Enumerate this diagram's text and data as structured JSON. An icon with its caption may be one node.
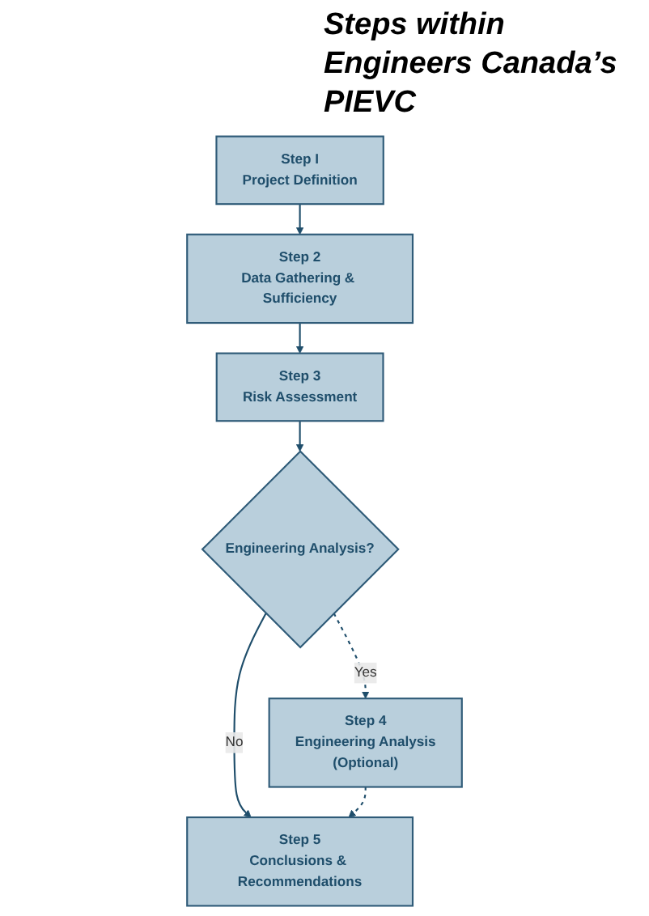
{
  "diagram": {
    "title": "Steps within Engineers Canada’s PIEVC",
    "nodes": [
      {
        "text": [
          "Step I",
          "Project Definition"
        ]
      },
      {
        "text": [
          "Step 2",
          "Data Gathering & Sufficiency"
        ]
      },
      {
        "text": [
          "Step 3",
          "Risk Assessment"
        ]
      },
      {
        "text": [
          "Engineering Analysis?"
        ]
      },
      {
        "text": [
          "Step 4",
          "Engineering Analysis",
          "(Optional)"
        ]
      },
      {
        "text": [
          "Step 5",
          "Conclusions & Recommendations"
        ]
      }
    ],
    "edges": [
      {
        "from": 0,
        "to": 1,
        "arrow": "to"
      },
      {
        "from": 1,
        "to": 2,
        "arrow": "to"
      },
      {
        "from": 2,
        "to": 3,
        "arrow": "to"
      },
      {
        "from": 3,
        "to": 4,
        "label": "Yes",
        "arrow": "to",
        "style": "dashed"
      },
      {
        "from": 3,
        "to": 5,
        "label": "No",
        "arrow": "to"
      },
      {
        "from": 4,
        "to": 5,
        "arrow": "to",
        "style": "dashed"
      }
    ]
  }
}
